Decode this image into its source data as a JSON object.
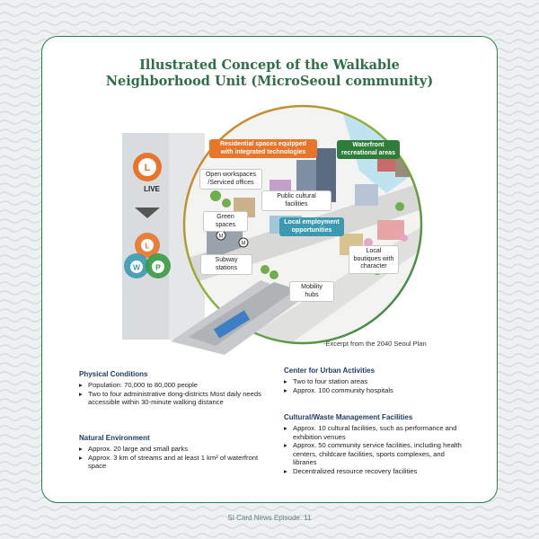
{
  "title": {
    "line1": "Illustrated Concept of the Walkable",
    "line2": "Neighborhood Unit (MicroSeoul community)"
  },
  "illustration": {
    "live_label": "LIVE",
    "badge_letters": {
      "l": "L",
      "w": "W",
      "p": "P"
    },
    "labels": {
      "residential": "Residential spaces equipped with integrated technologies",
      "waterfront": "Waterfront recreational areas",
      "open_workspaces": "Open workspaces /Serviced offices",
      "public_cultural": "Public cultural facilities",
      "green_spaces": "Green spaces",
      "local_employment": "Local employment opportunities",
      "subway_stations": "Subway stations",
      "local_boutiques": "Local boutiques with character",
      "mobility_hubs": "Mobility hubs",
      "metro_glyph": "M"
    },
    "caption": "-Excerpt from the 2040 Seoul Plan"
  },
  "sections": {
    "physical": {
      "heading": "Physical Conditions",
      "items": [
        "Population: 70,000 to 80,000 people",
        "Two to four administrative dong-districts Most daily needs accessible within 30-minute walking distance"
      ]
    },
    "natural": {
      "heading": "Natural Environment",
      "items": [
        "Approx. 20 large and small parks",
        "Approx. 3 km of streams and at least 1 km² of waterfront space"
      ]
    },
    "urban": {
      "heading": "Center for Urban Activities",
      "items": [
        "Two to four station areas",
        "Approx. 100 community hospitals"
      ]
    },
    "cultural": {
      "heading": "Cultural/Waste Management Facilities",
      "items": [
        "Approx. 10 cultural facilities, such as performance and exhibition venues",
        "Approx. 50 community service facilities, including health centers, childcare facilities, sports complexes, and libraries",
        "Decentralized resource recovery facilities"
      ]
    }
  },
  "footer": "SI Card News Episode. 11",
  "colors": {
    "title": "#2f6f47",
    "border": "#2f7d4e",
    "orange": "#e9752a",
    "green": "#3a9a45",
    "teal": "#3b9ab2",
    "heading": "#1f3a5f"
  }
}
